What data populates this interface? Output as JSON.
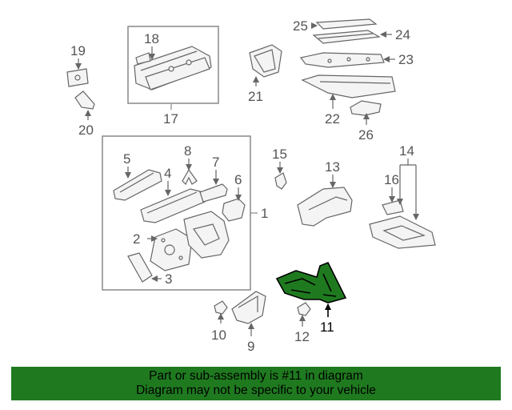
{
  "diagram": {
    "highlight_color": "#1f7a1f",
    "callouts": [
      {
        "id": "c1",
        "label": "1"
      },
      {
        "id": "c2",
        "label": "2"
      },
      {
        "id": "c3",
        "label": "3"
      },
      {
        "id": "c4",
        "label": "4"
      },
      {
        "id": "c5",
        "label": "5"
      },
      {
        "id": "c6",
        "label": "6"
      },
      {
        "id": "c7",
        "label": "7"
      },
      {
        "id": "c8",
        "label": "8"
      },
      {
        "id": "c9",
        "label": "9"
      },
      {
        "id": "c10",
        "label": "10"
      },
      {
        "id": "c11",
        "label": "11",
        "highlighted": true
      },
      {
        "id": "c12",
        "label": "12"
      },
      {
        "id": "c13",
        "label": "13"
      },
      {
        "id": "c14",
        "label": "14"
      },
      {
        "id": "c15",
        "label": "15"
      },
      {
        "id": "c16",
        "label": "16"
      },
      {
        "id": "c17",
        "label": "17"
      },
      {
        "id": "c18",
        "label": "18"
      },
      {
        "id": "c19",
        "label": "19"
      },
      {
        "id": "c20",
        "label": "20"
      },
      {
        "id": "c21",
        "label": "21"
      },
      {
        "id": "c22",
        "label": "22"
      },
      {
        "id": "c23",
        "label": "23"
      },
      {
        "id": "c24",
        "label": "24"
      },
      {
        "id": "c25",
        "label": "25"
      },
      {
        "id": "c26",
        "label": "26"
      }
    ]
  },
  "banner": {
    "line1": "Part or sub-assembly is #11 in diagram",
    "line2": "Diagram may not be specific to your vehicle"
  }
}
